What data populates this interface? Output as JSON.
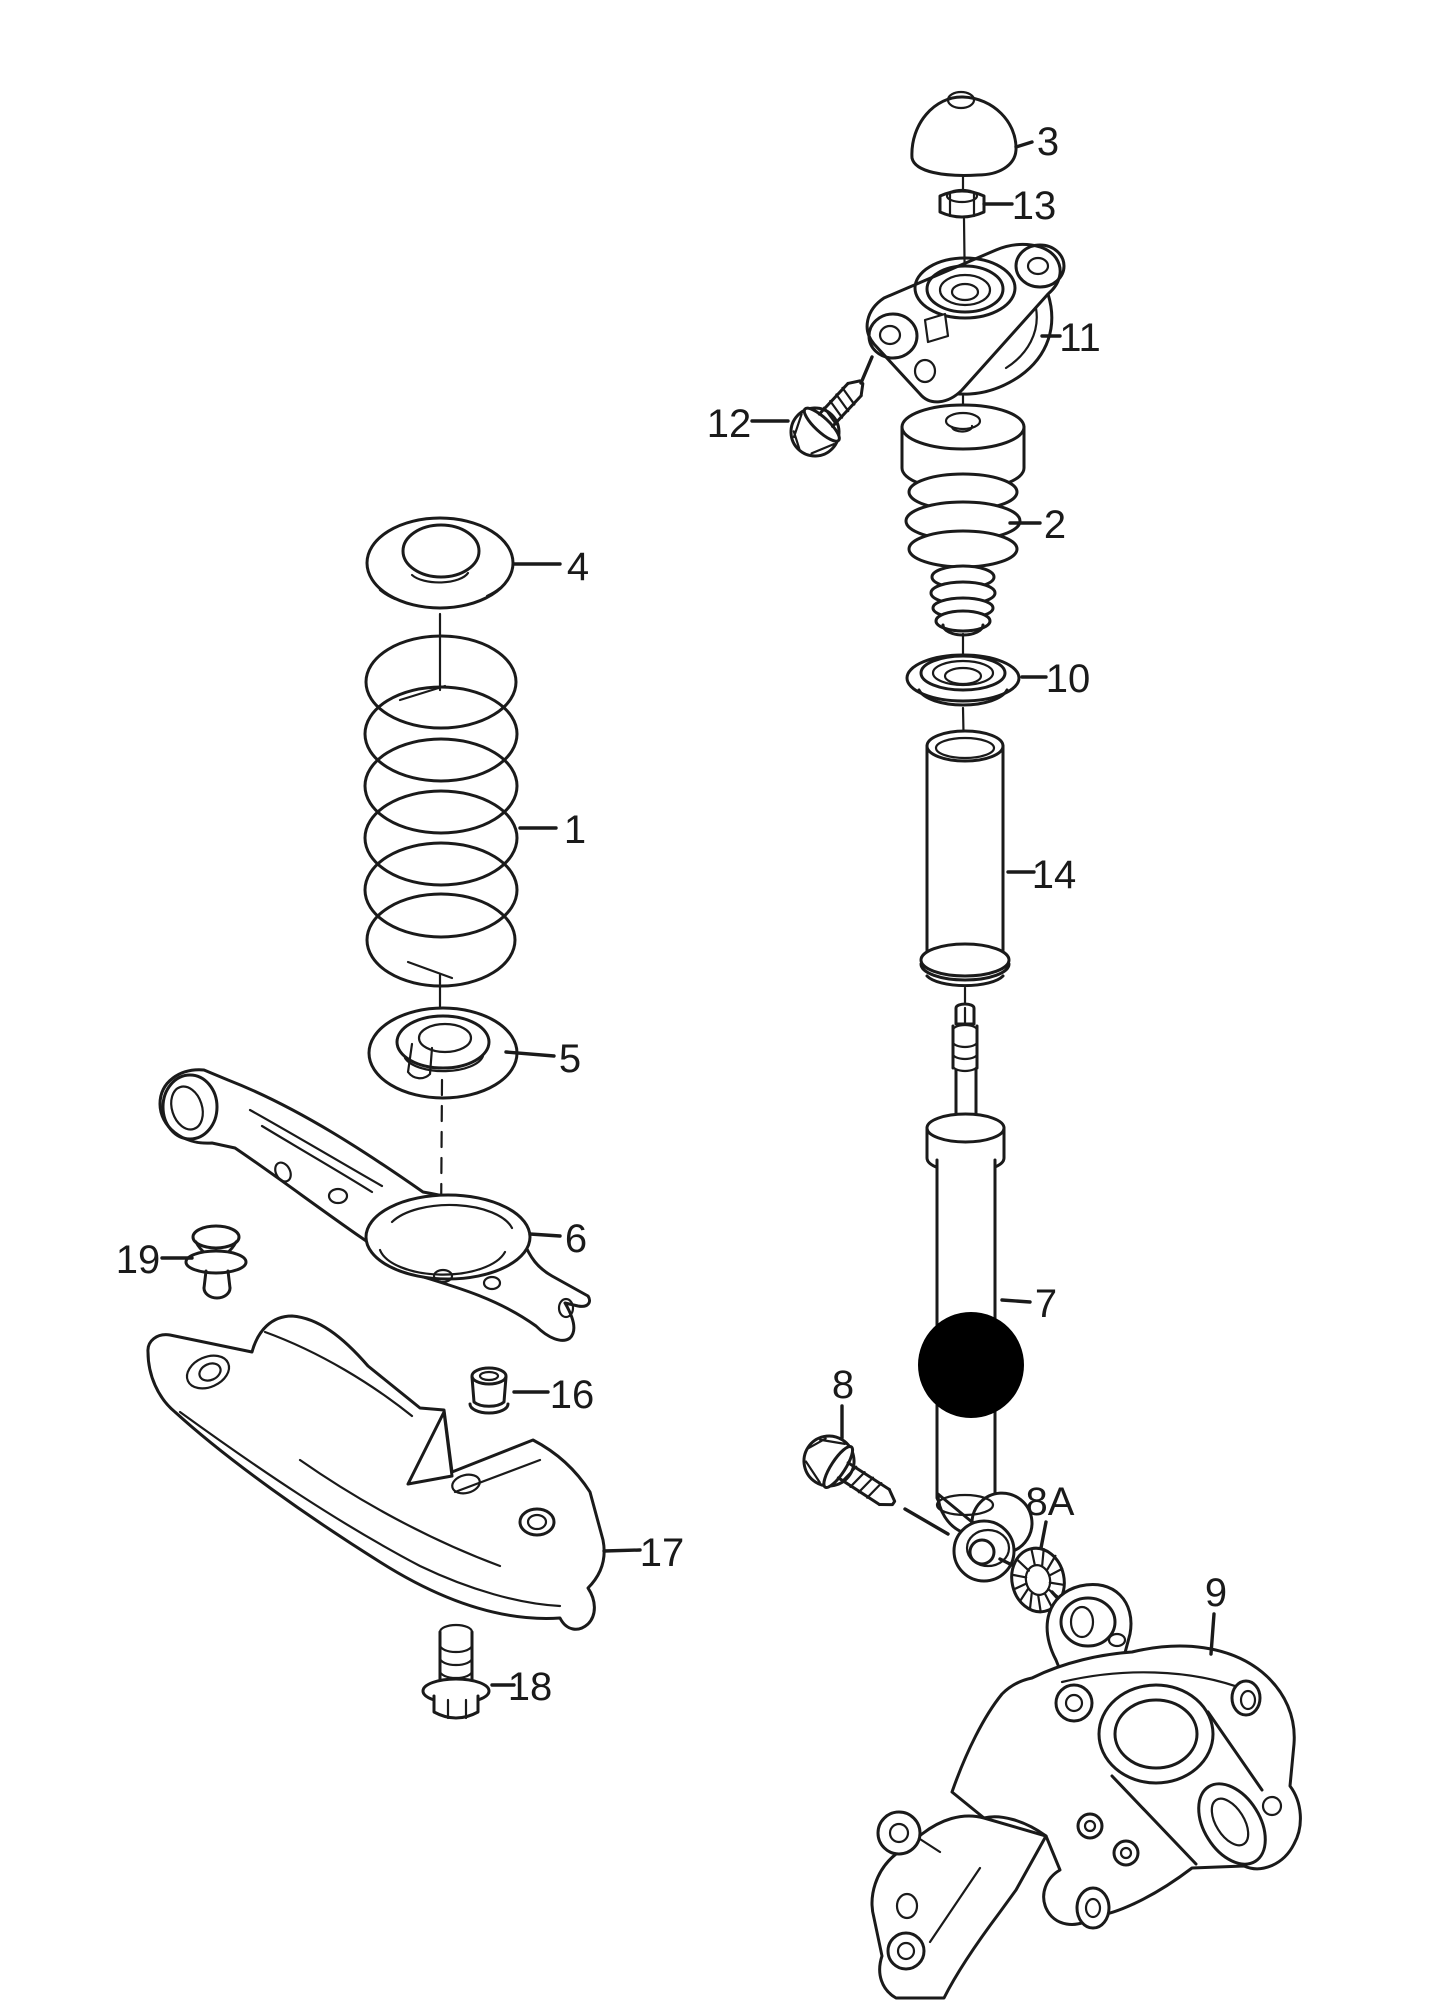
{
  "diagram": {
    "background_color": "#ffffff",
    "line_color": "#1a1a1a",
    "highlight_dot_color": "#000000"
  },
  "callouts": {
    "p1": {
      "label": "1"
    },
    "p2": {
      "label": "2"
    },
    "p3": {
      "label": "3"
    },
    "p4": {
      "label": "4"
    },
    "p5": {
      "label": "5"
    },
    "p6": {
      "label": "6"
    },
    "p7": {
      "label": "7"
    },
    "p8": {
      "label": "8"
    },
    "p8a": {
      "label": "8A"
    },
    "p9": {
      "label": "9"
    },
    "p10": {
      "label": "10"
    },
    "p11": {
      "label": "11"
    },
    "p12": {
      "label": "12"
    },
    "p13": {
      "label": "13"
    },
    "p14": {
      "label": "14"
    },
    "p16": {
      "label": "16"
    },
    "p17": {
      "label": "17"
    },
    "p18": {
      "label": "18"
    },
    "p19": {
      "label": "19"
    }
  }
}
